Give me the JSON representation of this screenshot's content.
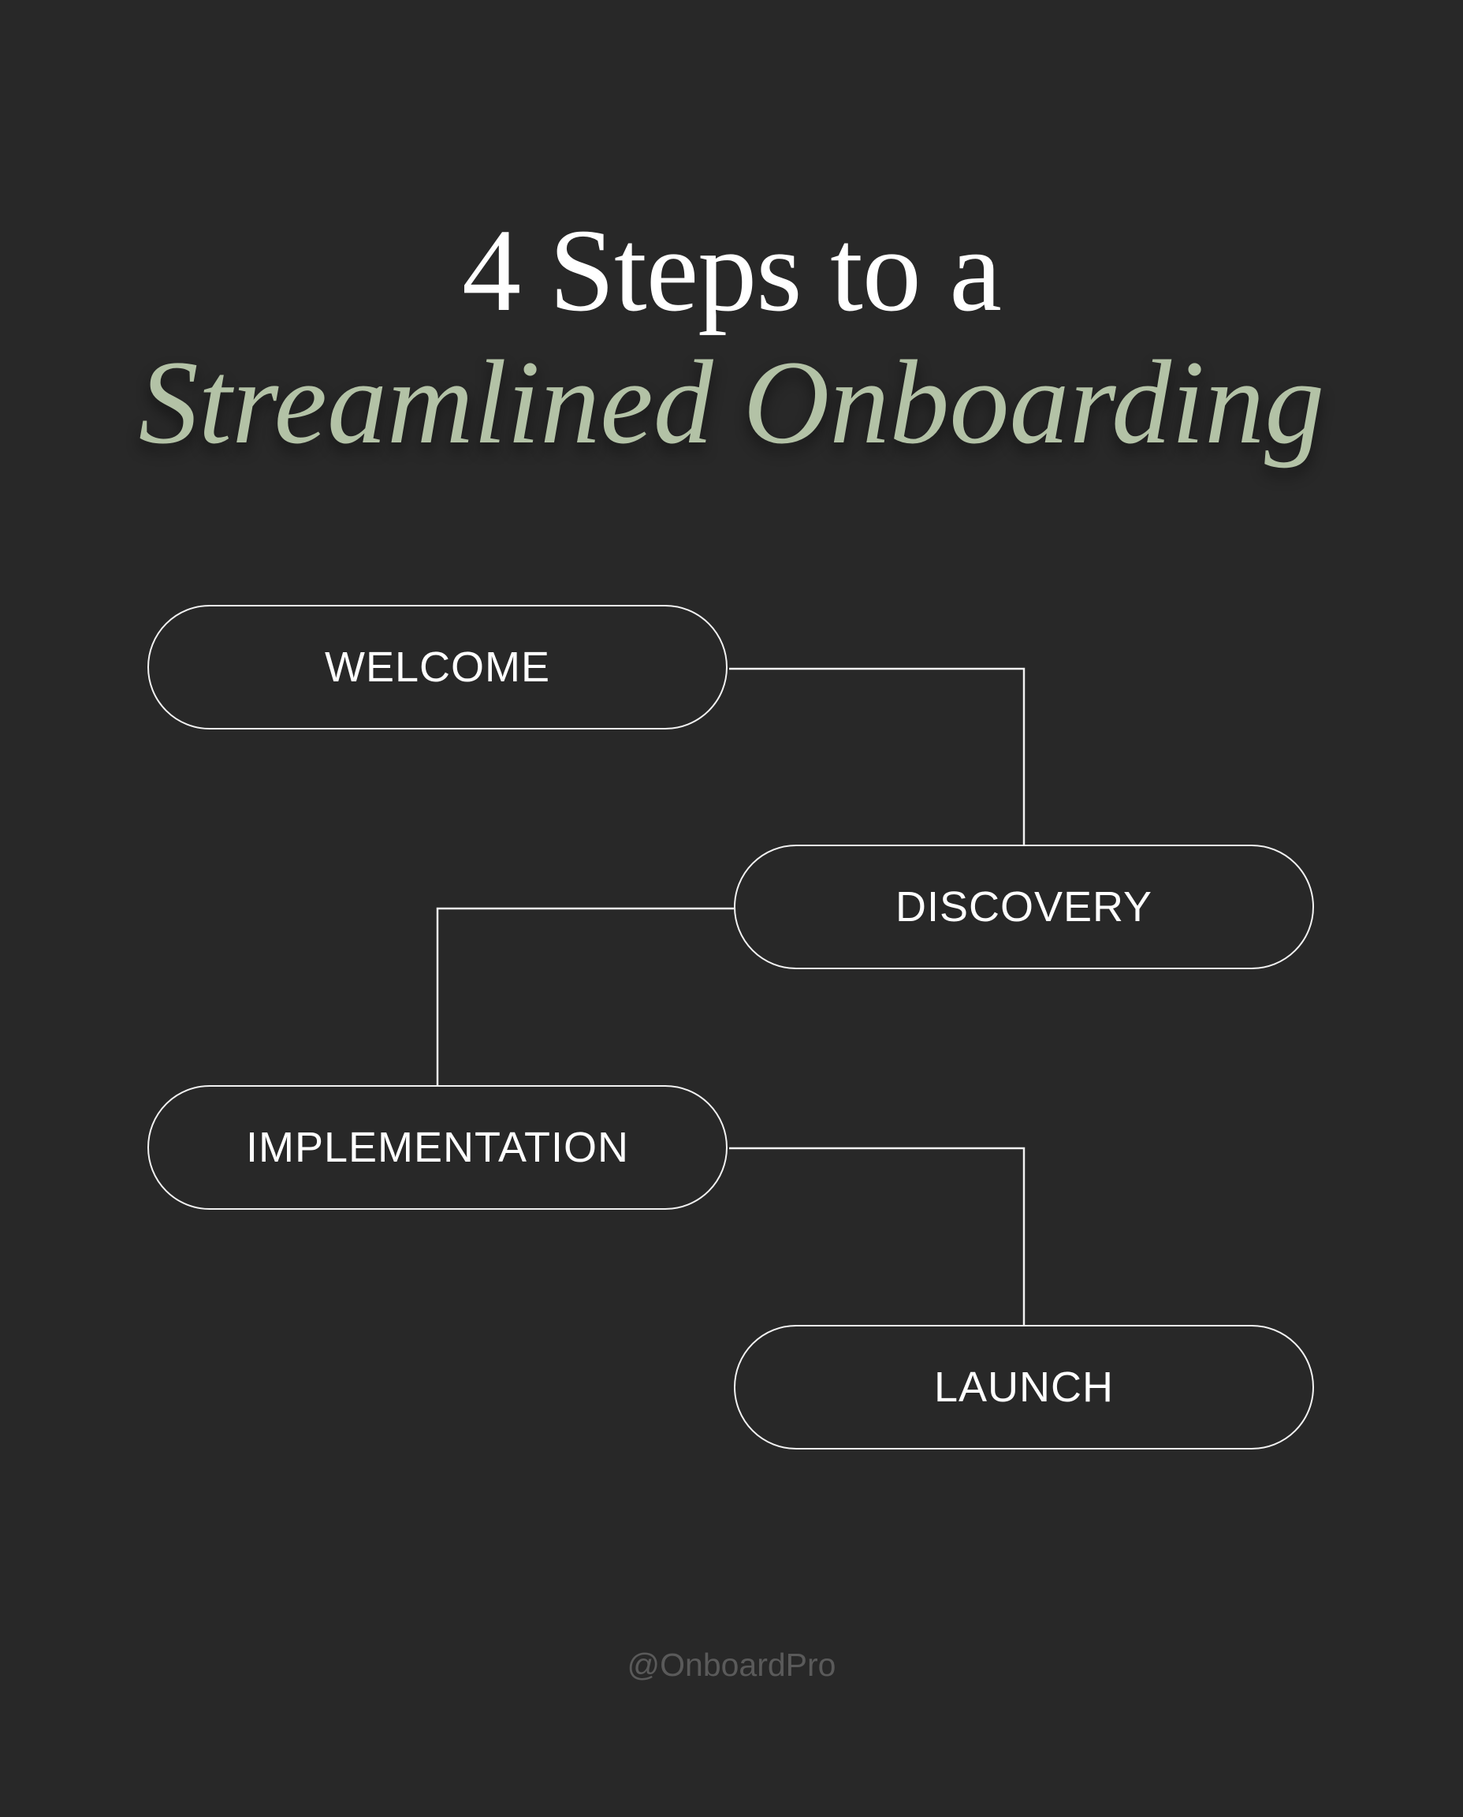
{
  "title": {
    "line1": "4 Steps to a",
    "line2": "Streamlined Onboarding"
  },
  "steps": [
    {
      "label": "WELCOME"
    },
    {
      "label": "DISCOVERY"
    },
    {
      "label": "IMPLEMENTATION"
    },
    {
      "label": "LAUNCH"
    }
  ],
  "footer": {
    "handle": "@OnboardPro"
  },
  "colors": {
    "background": "#282828",
    "accent": "#b3c2a6",
    "line": "#f2f2f2"
  }
}
